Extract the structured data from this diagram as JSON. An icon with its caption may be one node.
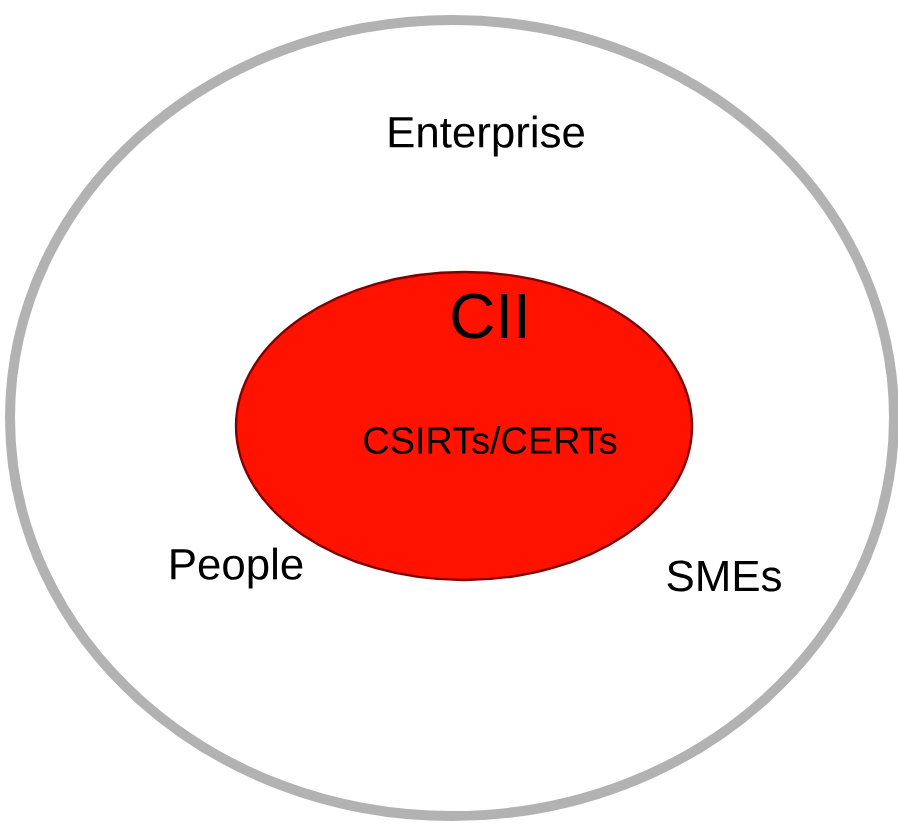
{
  "diagram": {
    "nodes": [
      {
        "text": [
          "Enterprise",
          "People",
          "SMEs"
        ]
      },
      {
        "text": [
          "CII",
          "CSIRTs/CERTs"
        ],
        "in": 0
      }
    ]
  }
}
